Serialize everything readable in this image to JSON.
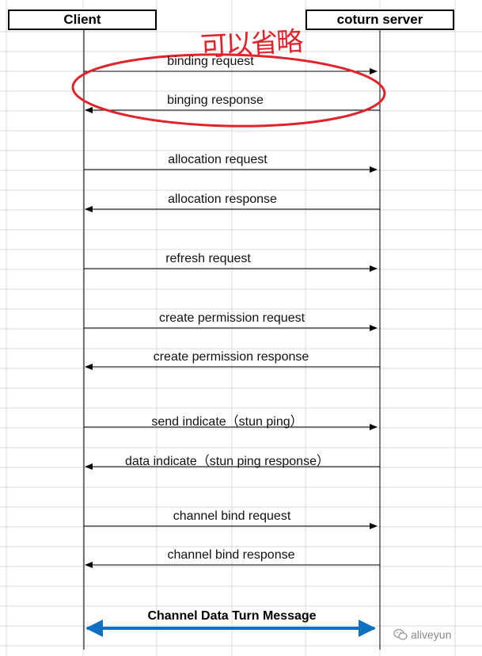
{
  "participants": {
    "client": "Client",
    "server": "coturn server"
  },
  "annotation": "可以省略",
  "messages": [
    {
      "label": "binding request",
      "direction": "to-server"
    },
    {
      "label": "binging response",
      "direction": "to-client"
    },
    {
      "label": "allocation request",
      "direction": "to-server"
    },
    {
      "label": "allocation response",
      "direction": "to-client"
    },
    {
      "label": "refresh request",
      "direction": "to-server"
    },
    {
      "label": "create permission request",
      "direction": "to-server"
    },
    {
      "label": "create permission response",
      "direction": "to-client"
    },
    {
      "label": "send indicate（stun ping）",
      "direction": "to-server"
    },
    {
      "label": "data indicate（stun ping response）",
      "direction": "to-client"
    },
    {
      "label": "channel bind request",
      "direction": "to-server"
    },
    {
      "label": "channel bind response",
      "direction": "to-client"
    }
  ],
  "channel_data": {
    "label": "Channel Data Turn Message",
    "direction": "bidirectional",
    "color": "#0f6fc1"
  },
  "highlight": {
    "color": "#e0232b",
    "covers": [
      "binding request",
      "binging response"
    ]
  },
  "watermark": {
    "icon": "wechat-icon",
    "text": "aliveyun"
  }
}
